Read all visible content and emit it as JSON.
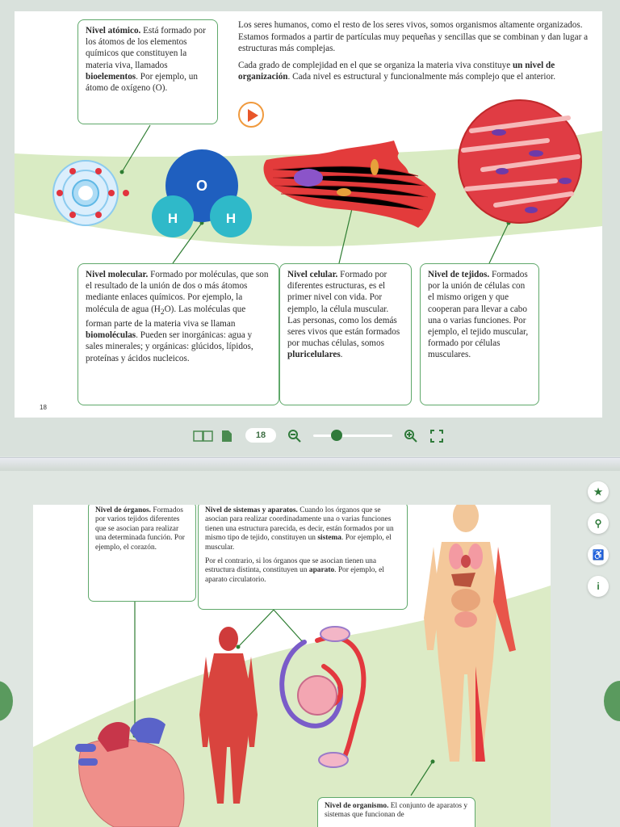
{
  "page1": {
    "intro_p1": "Los seres humanos, como el resto de los seres vivos, somos organismos altamente organizados. Estamos formados a partir de partículas muy pequeñas y sencillas que se combinan y dan lugar a estructuras más complejas.",
    "intro_p2_a": "Cada grado de complejidad en el que se organiza la materia viva constituye",
    "intro_p2_bold": "un nivel de organización",
    "intro_p2_b": ". Cada nivel es estructural y funcionalmente más complejo que el anterior.",
    "atomic": {
      "title": "Nivel atómico.",
      "text_a": "Está formado por los átomos de los elementos químicos que constituyen la materia viva, llamados",
      "bold": "bioelementos",
      "text_b": ". Por ejemplo, un átomo de oxígeno (O)."
    },
    "molecule_labels": {
      "o": "O",
      "h1": "H",
      "h2": "H"
    },
    "molecular": {
      "title": "Nivel molecular.",
      "text_a": "Formado por moléculas, que son el resultado de la unión de dos o más átomos mediante enlaces químicos. Por ejemplo, la molécula de agua (H",
      "sub": "2",
      "text_b": "O). Las moléculas que forman parte de la materia viva se llaman",
      "bold": "biomoléculas",
      "text_c": ". Pueden ser inorgánicas: agua y sales minerales; y orgánicas: glúcidos, lípidos, proteínas y ácidos nucleicos."
    },
    "cellular": {
      "title": "Nivel celular.",
      "text_a": "Formado por diferentes estructuras, es el primer nivel con vida. Por ejemplo, la célula muscular. Las personas, como los demás seres vivos que están formados por muchas células, somos",
      "bold": "pluricelulares",
      "text_b": "."
    },
    "tissue": {
      "title": "Nivel de tejidos.",
      "text": "Formados por la unión de células con el mismo origen y que cooperan para llevar a cabo una o varias funciones. Por ejemplo, el tejido muscular, formado por células musculares."
    },
    "page_number": "18"
  },
  "toolbar": {
    "page_value": "18"
  },
  "page2": {
    "organs": {
      "title": "Nivel de órganos.",
      "text": "Formados por varios tejidos diferentes que se asocian para realizar una determinada función. Por ejemplo, el corazón."
    },
    "systems": {
      "title": "Nivel de sistemas y aparatos.",
      "p1_a": "Cuando los órganos que se asocian para realizar coordinadamente una o varias funciones tienen una estructura parecida, es decir, están formados por un mismo tipo de tejido, constituyen un",
      "p1_bold": "sistema",
      "p1_b": ". Por ejemplo, el muscular.",
      "p2_a": "Por el contrario, si los órganos que se asocian tienen una estructura distinta, constituyen un",
      "p2_bold": "aparato",
      "p2_b": ". Por ejemplo, el aparato circulatorio."
    },
    "organism": {
      "title": "Nivel de organismo.",
      "text": "El conjunto de aparatos y sistemas que funcionan de"
    }
  },
  "side_buttons": {
    "star": "★",
    "search": "⚲",
    "person": "♿",
    "info": "i"
  },
  "colors": {
    "accent": "#2f7a3a",
    "band": "#d9ebc3",
    "border": "#5fa86a"
  }
}
